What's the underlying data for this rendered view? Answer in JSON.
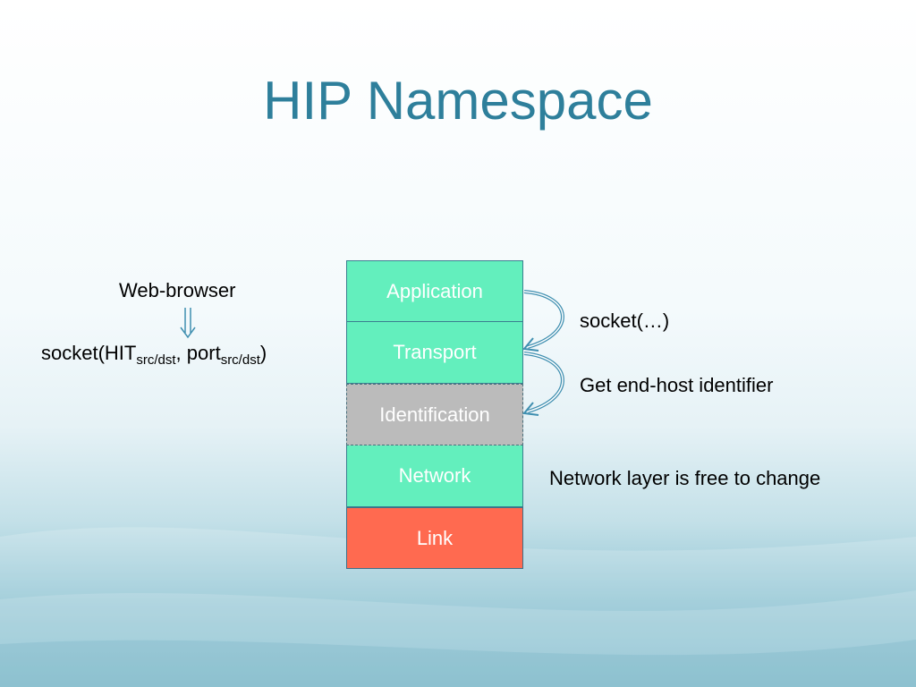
{
  "slide": {
    "title": "HIP Namespace"
  },
  "stack": {
    "layers": [
      {
        "label": "Application",
        "color": "#63efbd"
      },
      {
        "label": "Transport",
        "color": "#63efbd"
      },
      {
        "label": "Identification",
        "color": "#bbbbbb"
      },
      {
        "label": "Network",
        "color": "#63efbd"
      },
      {
        "label": "Link",
        "color": "#ff6a50"
      }
    ]
  },
  "left": {
    "web_browser": "Web-browser",
    "socket_prefix": "socket(HIT",
    "socket_sub1": "src/dst",
    "socket_mid": ", port",
    "socket_sub2": "src/dst",
    "socket_suffix": ")"
  },
  "right": {
    "socket_call": "socket(…)",
    "get_identifier": "Get end-host identifier",
    "network_note": "Network layer is free to change"
  },
  "colors": {
    "title": "#2e7f9b",
    "arrow": "#3f8fb0"
  }
}
